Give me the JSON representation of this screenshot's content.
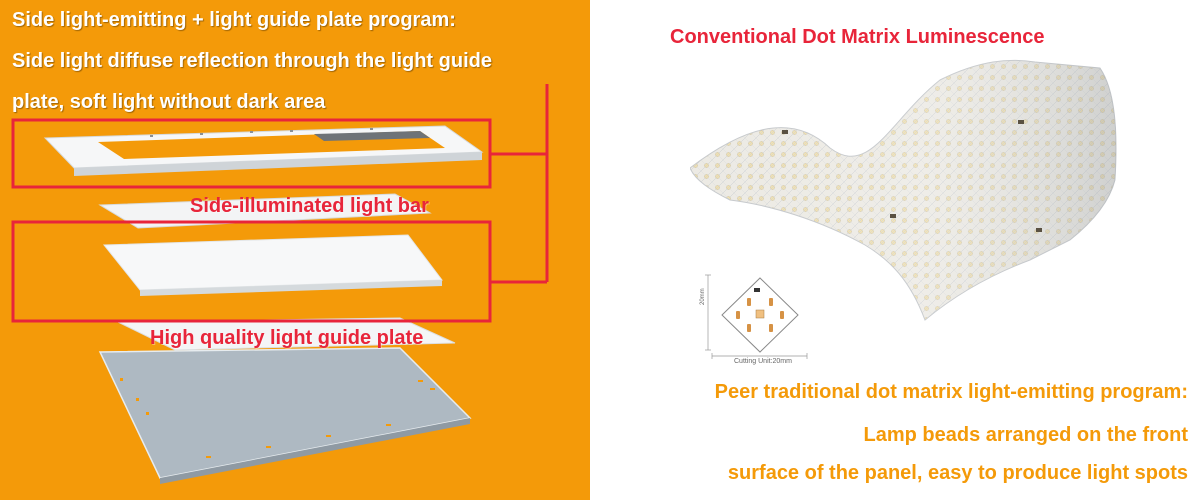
{
  "left": {
    "heading_line1": "Side light-emitting + light guide plate program:",
    "heading_line2": "Side light diffuse reflection through the light guide",
    "heading_line3": "plate, soft light without dark area",
    "label_light_bar": "Side-illuminated light bar",
    "label_light_guide": "High quality light guide plate",
    "background_color": "#f49a09",
    "highlight_color": "#e8253a"
  },
  "right": {
    "title": "Conventional Dot Matrix Luminescence",
    "cutting_unit": "Cutting Unit:20mm",
    "dimension_label": "20mm",
    "description_line1": "Peer traditional dot matrix light-emitting program:",
    "description_line2": "Lamp beads arranged on the front",
    "description_line3": "surface of the panel, easy to produce light spots",
    "title_color": "#e8253a",
    "description_color": "#f49a09"
  }
}
